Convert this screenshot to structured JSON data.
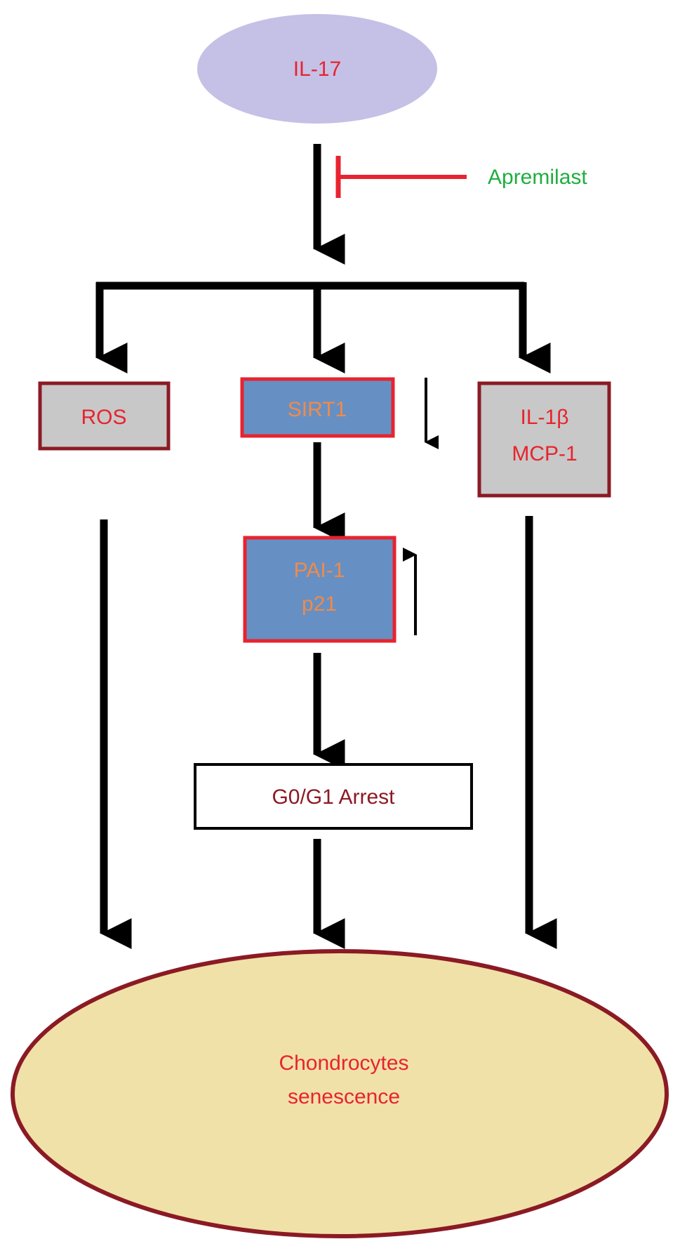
{
  "nodes": {
    "il17": "IL-17",
    "apremilast": "Apremilast",
    "ros": "ROS",
    "sirt1": "SIRT1",
    "il1b_line1": "IL-1β",
    "il1b_line2": "MCP-1",
    "pai1_line1": "PAI-1",
    "pai1_line2": "p21",
    "arrest": "G0/G1 Arrest",
    "senescence_line1": "Chondrocytes",
    "senescence_line2": "senescence"
  },
  "indicators": {
    "sirt1": "down",
    "pai1_p21": "up"
  },
  "colors": {
    "il17_fill": "#c5c0e6",
    "red_text": "#e8232f",
    "green_text": "#1fae3f",
    "orange_text": "#f08a4b",
    "dark_red": "#8b1a24",
    "blue_fill": "#6690c3",
    "gray_fill": "#c8c8c8",
    "tan_fill": "#f0e1a8",
    "inhibit_red": "#e8232f"
  }
}
